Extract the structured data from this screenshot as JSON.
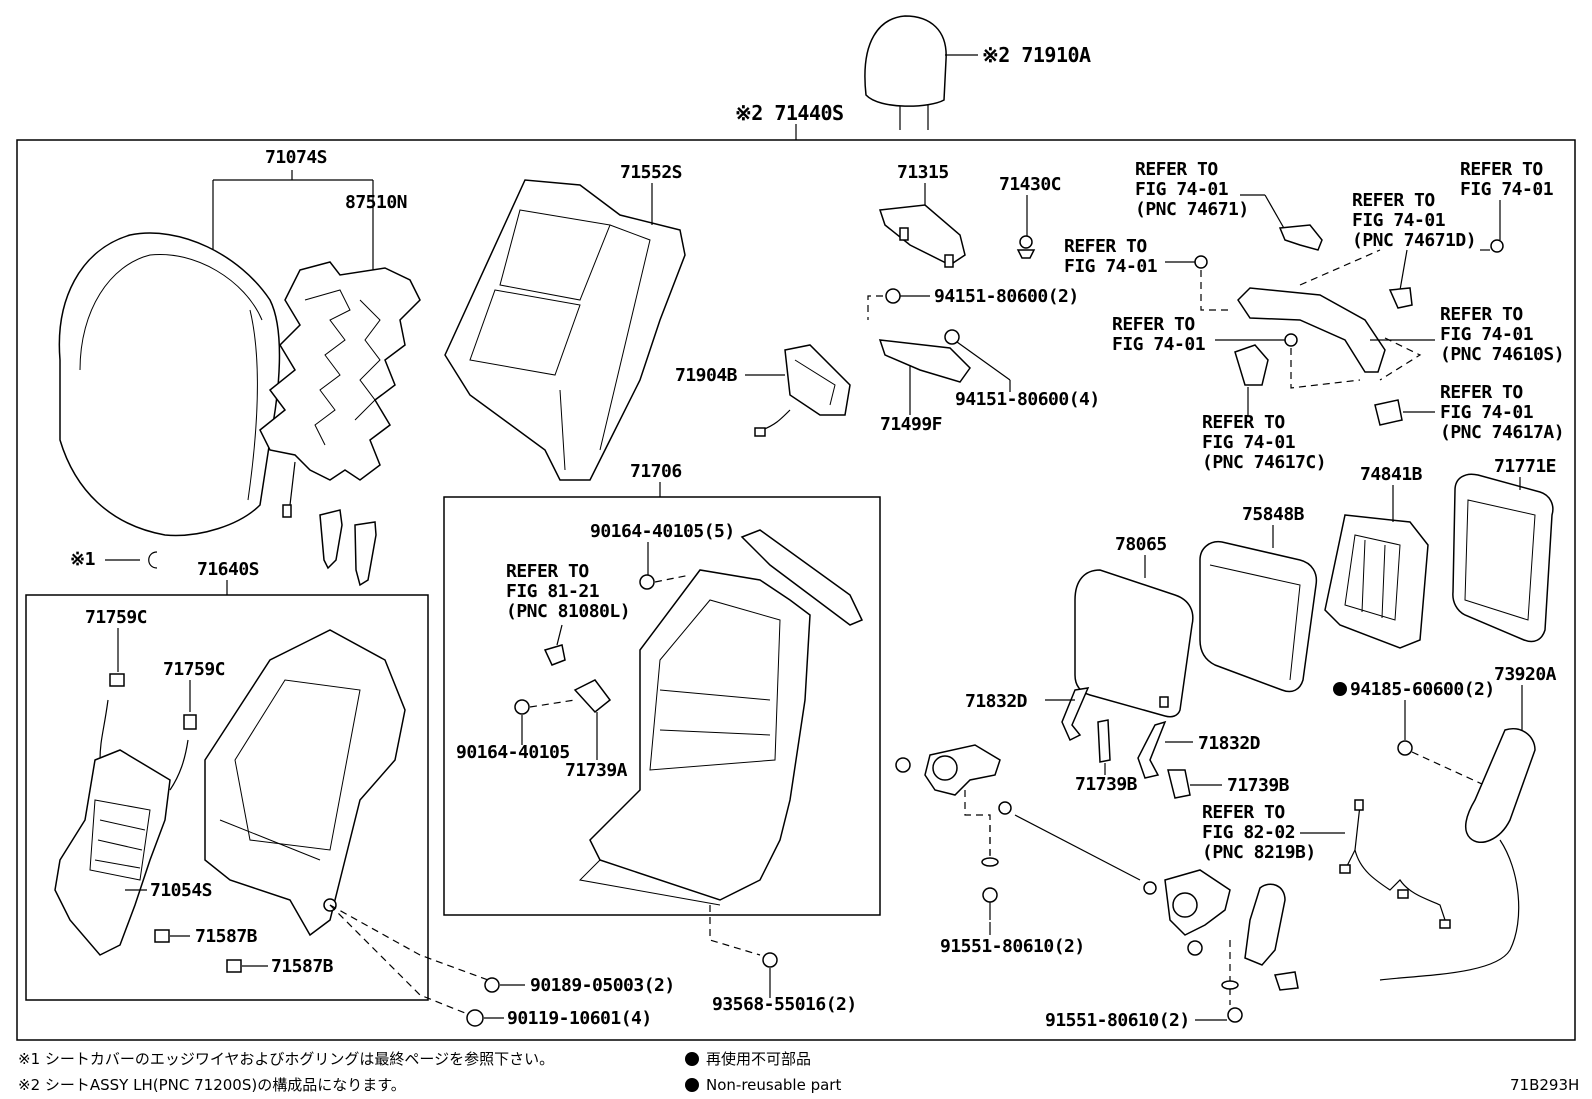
{
  "header": {
    "headrest_label": "※2 71910A",
    "assembly_label": "※2 71440S"
  },
  "labels": {
    "l71074S": "71074S",
    "l87510N": "87510N",
    "l71552S": "71552S",
    "l71315": "71315",
    "l71430C": "71430C",
    "l94151_2": "94151-80600(2)",
    "l94151_4": "94151-80600(4)",
    "l71499F": "71499F",
    "l71904B": "71904B",
    "l71706": "71706",
    "l71640S": "71640S",
    "l71759C_a": "71759C",
    "l71759C_b": "71759C",
    "l71054S": "71054S",
    "l71587B_a": "71587B",
    "l71587B_b": "71587B",
    "l90164_5": "90164-40105(5)",
    "l90164": "90164-40105",
    "l71739A": "71739A",
    "l90189": "90189-05003(2)",
    "l90119": "90119-10601(4)",
    "l93568": "93568-55016(2)",
    "l78065": "78065",
    "l75848B": "75848B",
    "l74841B": "74841B",
    "l71771E": "71771E",
    "l73920A": "73920A",
    "l94185": "94185-60600(2)",
    "l71832D_a": "71832D",
    "l71832D_b": "71832D",
    "l71739B_a": "71739B",
    "l71739B_b": "71739B",
    "l91551_a": "91551-80610(2)",
    "l91551_b": "91551-80610(2)",
    "mark1": "※1"
  },
  "refer": {
    "r1": [
      "REFER TO",
      "FIG 74-01",
      "(PNC 74671)"
    ],
    "r2": [
      "REFER TO",
      "FIG 74-01",
      "(PNC 74671D)"
    ],
    "r3": [
      "REFER TO",
      "FIG 74-01"
    ],
    "r4": [
      "REFER TO",
      "FIG 74-01"
    ],
    "r5": [
      "REFER TO",
      "FIG 74-01"
    ],
    "r6": [
      "REFER TO",
      "FIG 74-01",
      "(PNC 74610S)"
    ],
    "r7": [
      "REFER TO",
      "FIG 74-01",
      "(PNC 74617A)"
    ],
    "r8": [
      "REFER TO",
      "FIG 74-01",
      "(PNC 74617C)"
    ],
    "r9": [
      "REFER TO",
      "FIG 81-21",
      "(PNC 81080L)"
    ],
    "r10": [
      "REFER TO",
      "FIG 82-02",
      "(PNC 8219B)"
    ]
  },
  "footer": {
    "note1": "※1 シートカバーのエッジワイヤおよびホグリングは最終ページを参照下さい。",
    "note2": "※2 シートASSY LH(PNC 71200S)の構成品になります。",
    "legend_jp": "再使用不可部品",
    "legend_en": "Non-reusable part",
    "code": "71B293H"
  }
}
